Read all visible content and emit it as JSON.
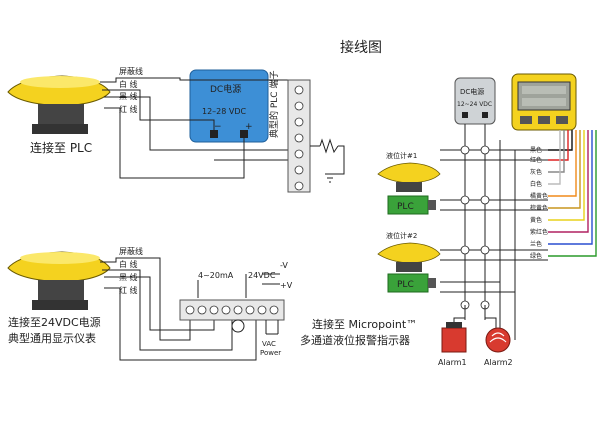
{
  "title": "接线图",
  "plc_section": {
    "caption": "连接至 PLC",
    "wire_labels": [
      "屏蔽线",
      "白 线",
      "黑 线",
      "红 线"
    ],
    "dc_box_title": "DC电源",
    "dc_box_voltage": "12–28 VDC",
    "terminal_label": "典型的 PLC 端子"
  },
  "display_section": {
    "caption_line1": "连接至24VDC电源",
    "caption_line2": "典型通用显示仪表",
    "wire_labels": [
      "屏蔽线",
      "白 线",
      "黑 线",
      "红 线"
    ],
    "current_label": "4~20mA",
    "voltage_label": "24VDC",
    "minus_v": "-V",
    "plus_v": "+V",
    "power_label_1": "VAC",
    "power_label_2": "Power"
  },
  "micropoint_section": {
    "dc_box_title": "DC电源",
    "dc_box_voltage": "12~24 VDC",
    "sensor1_label": "液位计#1",
    "sensor2_label": "液位计#2",
    "plc_badge": "PLC",
    "color_labels": [
      "黑色",
      "红色",
      "灰色",
      "白色",
      "橘黄色",
      "棕黄色",
      "黄色",
      "紫红色",
      "兰色",
      "绿色"
    ],
    "caption_line1": "连接至 Micropoint™",
    "caption_line2": "多通道液位报警指示器",
    "alarm1": "Alarm1",
    "alarm2": "Alarm2"
  },
  "colors": {
    "sensor_yellow": "#f4d21f",
    "dc_box_blue": "#3d8fd6",
    "plc_green": "#3aa23a",
    "alarm_red": "#d83a2f"
  }
}
